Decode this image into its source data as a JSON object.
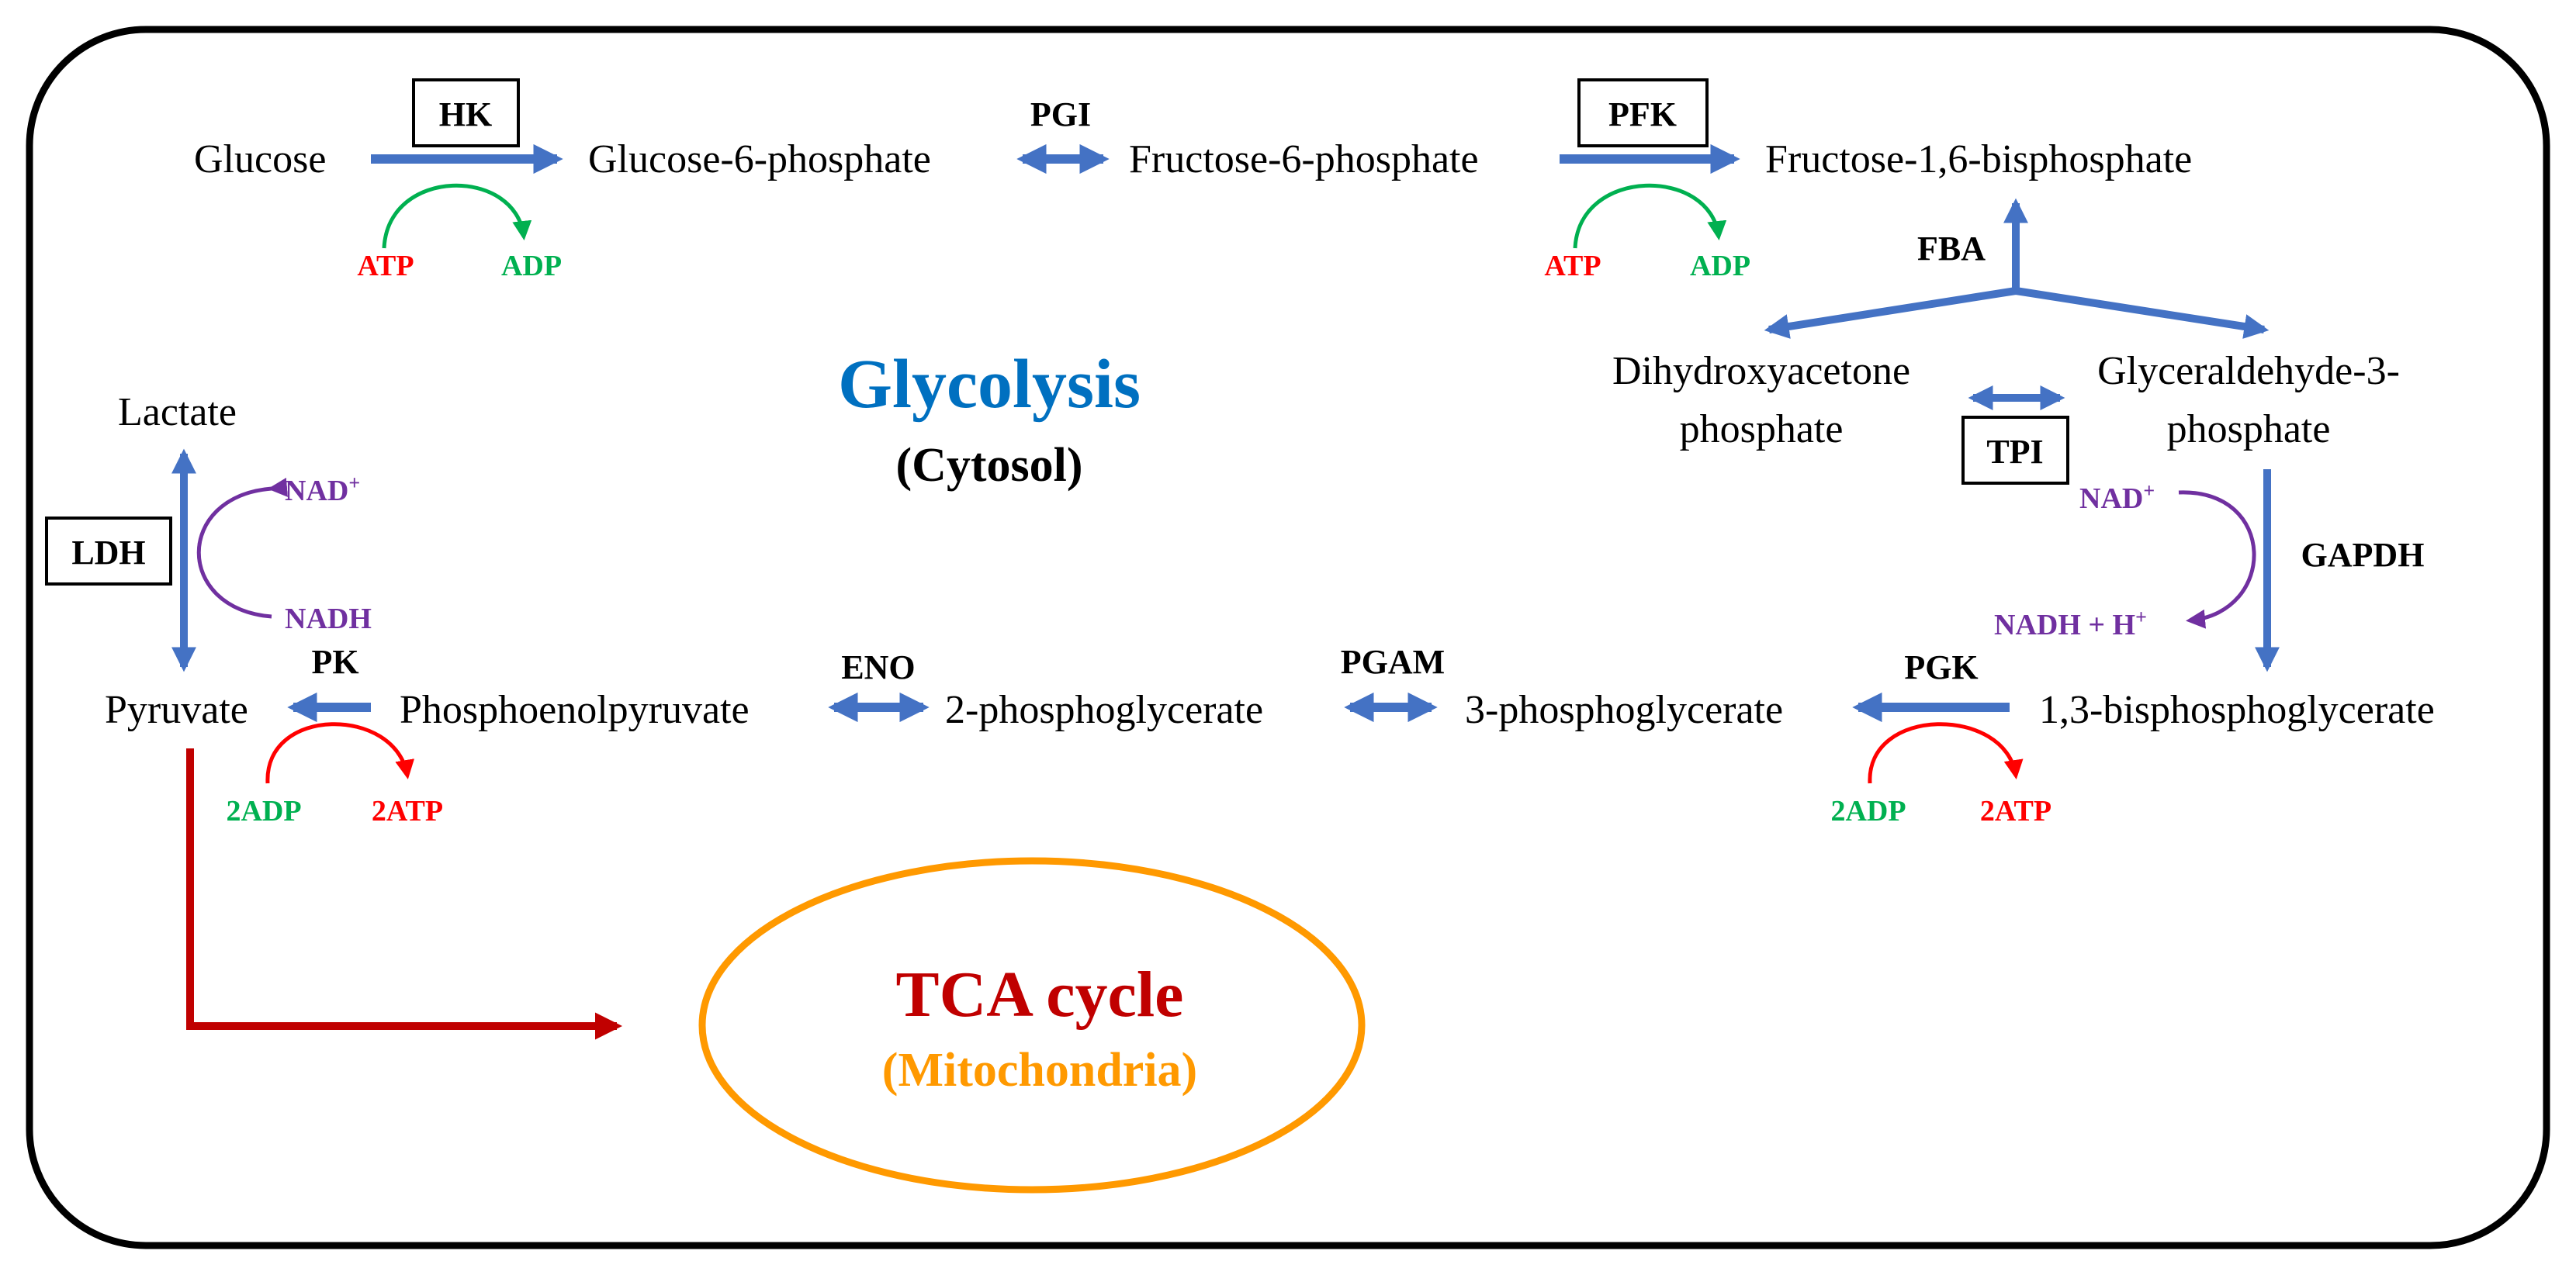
{
  "colors": {
    "pathway_arrow": "#4472C4",
    "atp": "#FF0000",
    "adp": "#00B050",
    "nad": "#7030A0",
    "glycolysis_title": "#0070C0",
    "tca_title": "#C00000",
    "mitochondria": "#FF9900",
    "tca_arrow": "#C00000"
  },
  "title": {
    "main": "Glycolysis",
    "sub": "(Cytosol)"
  },
  "tca": {
    "title": "TCA cycle",
    "sub": "(Mitochondria)"
  },
  "metabolites": {
    "glucose": "Glucose",
    "g6p": "Glucose-6-phosphate",
    "f6p": "Fructose-6-phosphate",
    "f16bp": "Fructose-1,6-bisphosphate",
    "dhap_line1": "Dihydroxyacetone",
    "dhap_line2": "phosphate",
    "g3p_line1": "Glyceraldehyde-3-",
    "g3p_line2": "phosphate",
    "bpg13": "1,3-bisphosphoglycerate",
    "pg3": "3-phosphoglycerate",
    "pg2": "2-phosphoglycerate",
    "pep": "Phosphoenolpyruvate",
    "pyruvate": "Pyruvate",
    "lactate": "Lactate"
  },
  "enzymes": {
    "hk": "HK",
    "pgi": "PGI",
    "pfk": "PFK",
    "fba": "FBA",
    "tpi": "TPI",
    "gapdh": "GAPDH",
    "pgk": "PGK",
    "pgam": "PGAM",
    "eno": "ENO",
    "pk": "PK",
    "ldh": "LDH"
  },
  "cofactors": {
    "hk_in": "ATP",
    "hk_out": "ADP",
    "pfk_in": "ATP",
    "pfk_out": "ADP",
    "gapdh_in": "NAD",
    "gapdh_in_sup": "+",
    "gapdh_out": "NADH + H",
    "gapdh_out_sup": "+",
    "pgk_in": "2ADP",
    "pgk_out": "2ATP",
    "pk_in": "2ADP",
    "pk_out": "2ATP",
    "ldh_top": "NAD",
    "ldh_top_sup": "+",
    "ldh_bottom": "NADH"
  }
}
